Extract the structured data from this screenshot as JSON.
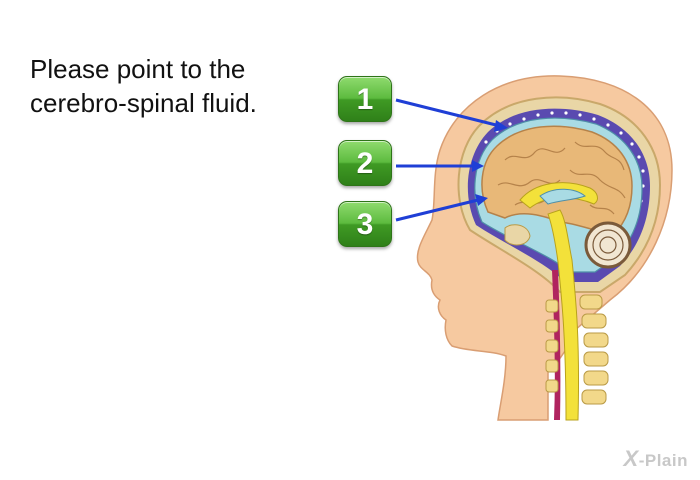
{
  "question": {
    "line1": "Please point to the",
    "line2": "cerebro-spinal fluid."
  },
  "answers": [
    {
      "label": "1"
    },
    {
      "label": "2"
    },
    {
      "label": "3"
    }
  ],
  "logo": {
    "mark": "X",
    "text": "-Plain"
  },
  "colors": {
    "button_green": "#4caf2e",
    "arrow_blue": "#1f3fd6",
    "skin": "#f6c9a0",
    "csf_blue": "#a9dbe4",
    "brain": "#e8b878",
    "spinal_yellow": "#f3e13a",
    "vertebra": "#f2d88a",
    "dura_purple": "#5a4ab0"
  }
}
